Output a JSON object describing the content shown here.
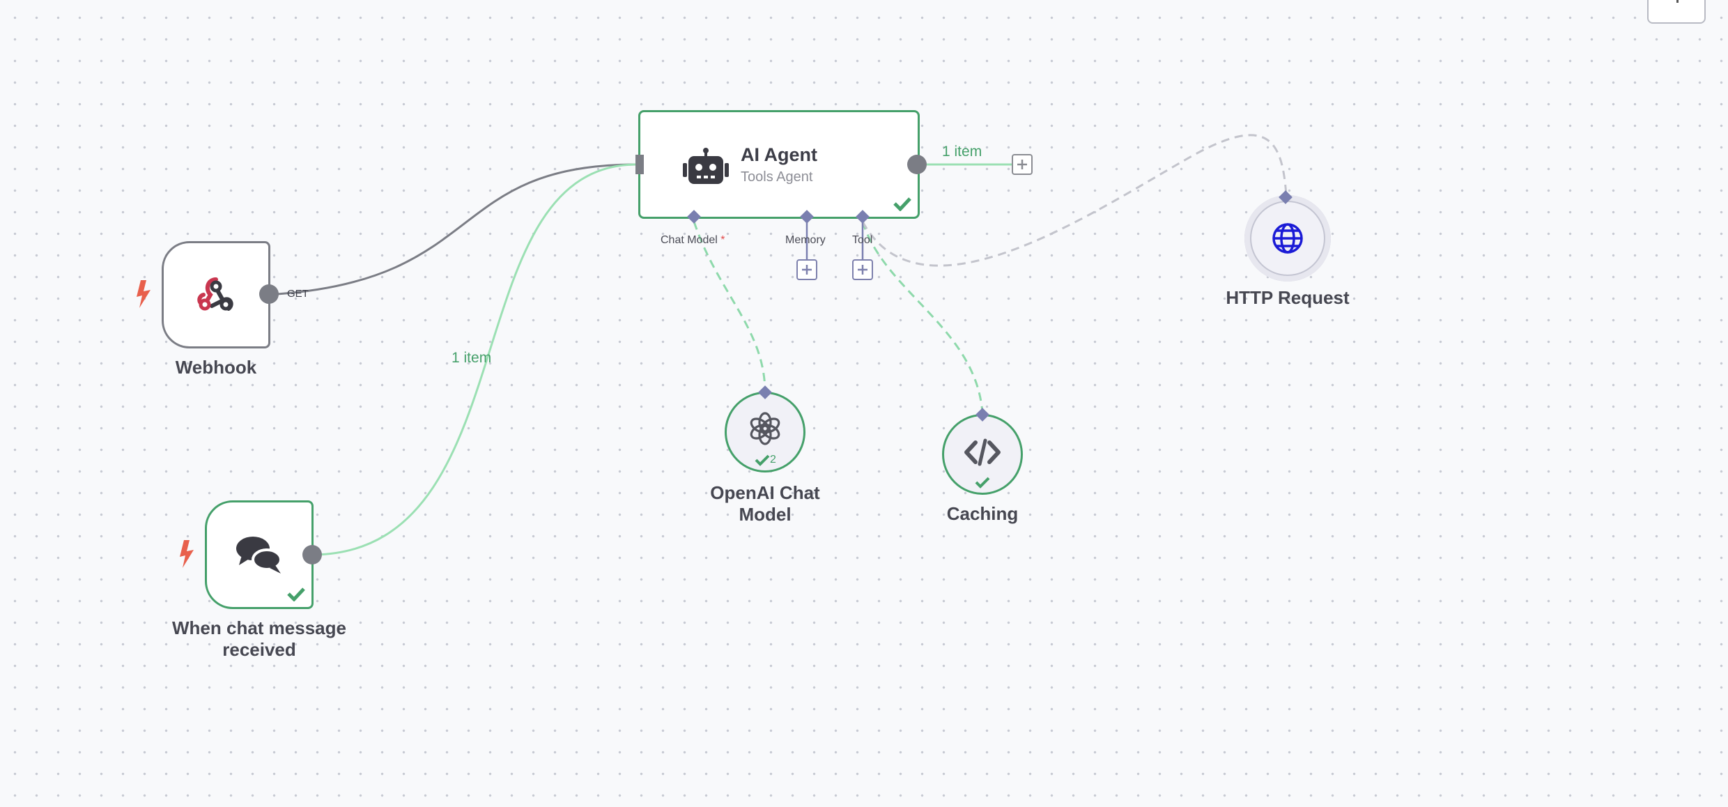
{
  "canvas": {
    "background": "#f8f9fb",
    "grid_dot_color": "#c7cad3"
  },
  "colors": {
    "success_green": "#45a06a",
    "edge_gray": "#7b7d85",
    "ai_port_purple": "#7a7fb0",
    "trigger_red": "#e8604c",
    "required_red": "#e24b4b"
  },
  "nodes": {
    "webhook": {
      "name": "Webhook",
      "icon": "webhook-icon",
      "output_label": "GET",
      "is_trigger": true
    },
    "chat_trigger": {
      "name": "When chat message received",
      "icon": "chat-bubbles-icon",
      "is_trigger": true,
      "status": "success"
    },
    "ai_agent": {
      "name": "AI Agent",
      "subtitle": "Tools Agent",
      "icon": "robot-icon",
      "status": "success",
      "ports": {
        "chat_model": "Chat Model",
        "chat_model_required": "*",
        "memory": "Memory",
        "tool": "Tool"
      },
      "output_items": "1 item"
    },
    "openai": {
      "name": "OpenAI Chat Model",
      "icon": "openai-icon",
      "status": "success",
      "run_count": "2"
    },
    "caching": {
      "name": "Caching",
      "icon": "code-icon",
      "status": "success"
    },
    "http_request": {
      "name": "HTTP Request",
      "icon": "globe-icon"
    }
  },
  "edges": {
    "chat_to_agent_items": "1 item"
  }
}
